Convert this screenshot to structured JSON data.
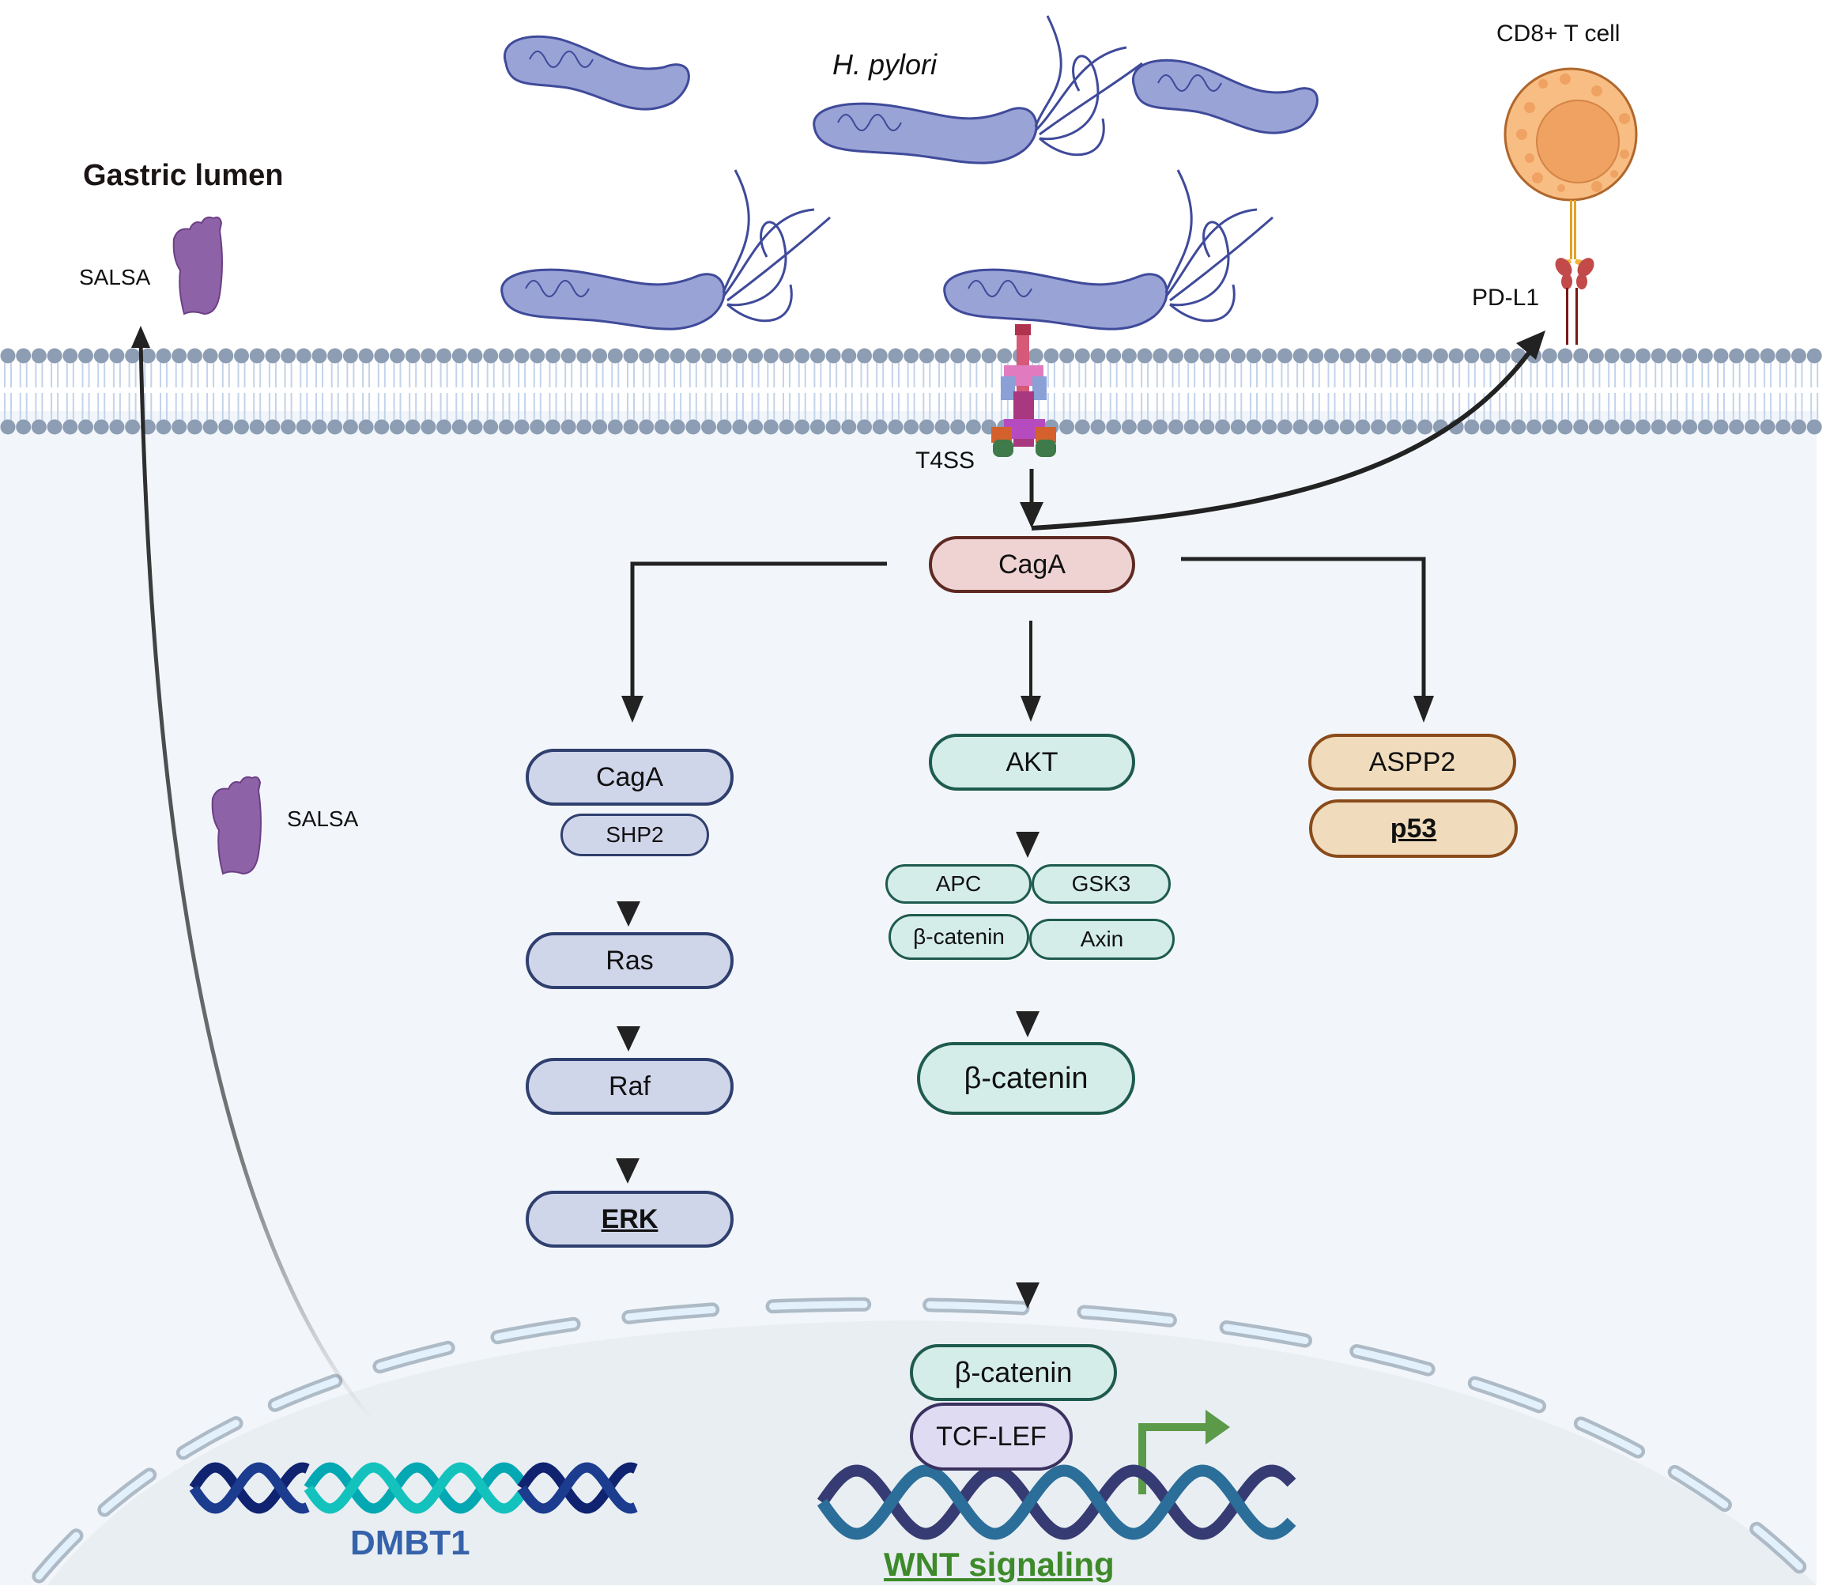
{
  "title_labels": {
    "gastric_lumen": "Gastric lumen",
    "h_pylori": "H. pylori",
    "cd8_t_cell": "CD8+ T cell",
    "pd_l1": "PD-L1",
    "t4ss": "T4SS",
    "salsa_top": "SALSA",
    "salsa_cyto": "SALSA"
  },
  "nodes": {
    "caga_main": "CagA",
    "left_branch": {
      "caga": "CagA",
      "shp2": "SHP2",
      "ras": "Ras",
      "raf": "Raf",
      "erk": "ERK"
    },
    "middle_branch": {
      "akt": "AKT",
      "apc": "APC",
      "gsk3": "GSK3",
      "beta_catenin_complex": "β-catenin",
      "axin": "Axin",
      "beta_catenin": "β-catenin"
    },
    "right_branch": {
      "aspp2": "ASPP2",
      "p53": "p53"
    },
    "nucleus": {
      "beta_catenin": "β-catenin",
      "tcf_lef": "TCF-LEF"
    }
  },
  "gene_labels": {
    "dmbt1": "DMBT1",
    "wnt": "WNT signaling"
  },
  "colors": {
    "membrane_head": "#8d9db3",
    "membrane_tail": "#c3d3ea",
    "cytoplasm": "#f2f6fb",
    "nucleus": "#e9eef2",
    "nuclear_envelope": "#aebbc6",
    "bacterium": "#9aa3d6",
    "bacterium_edge": "#3f4a9a",
    "salsa": "#8e62a6",
    "t_cell": "#f8bd82",
    "t_cell_nucleus": "#f0a263",
    "pd_l1": "#c24a4a",
    "arrow": "#222222",
    "dmbt1_text": "#3562ab",
    "wnt_text": "#3e8a2a",
    "wnt_arrow": "#5b9a48"
  }
}
